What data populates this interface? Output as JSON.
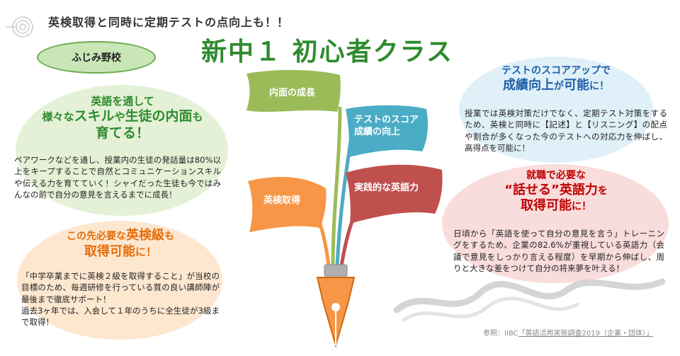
{
  "header": {
    "catchphrase": "英検取得と同時に定期テストの点向上も！！",
    "title": "新中１ 初心者クラス",
    "school": "ふじみ野校"
  },
  "left_top": {
    "heading_line1": "英語を通して",
    "heading_line2_a": "様々な",
    "heading_line2_b": "スキル",
    "heading_line2_c": "や",
    "heading_line2_d": "生徒の内面",
    "heading_line2_e": "も",
    "heading_line3": "育てる！",
    "body": "ペアワークなどを通し、授業内の生徒の発話量は80%以上をキープすることで自然とコミュニケーションスキルや伝える力を育てていく！シャイだった生徒も今ではみんなの前で自分の意見を言えるまでに成長！"
  },
  "left_bottom": {
    "heading_line1_a": "この先必要な",
    "heading_line1_b": "英検級",
    "heading_line1_c": "も",
    "heading_line2_a": "取得可能",
    "heading_line2_b": "に！",
    "body": "「中学卒業までに英検２級を取得すること」が当校の目標のため、毎週研修を行っている質の良い講師陣が最後まで徹底サポート！\n過去3ヶ年では、入会して１年のうちに全生徒が3級まで取得！"
  },
  "right_top": {
    "heading_line1": "テストのスコアアップで",
    "heading_line2_a": "成績向上",
    "heading_line2_b": "が",
    "heading_line2_c": "可能",
    "heading_line2_d": "に！",
    "body": "授業では英検対策だけでなく、定期テスト対策をするため、英検と同時に【記述】と【リスニング】の配点や割合が多くなった今のテストへの対応力を伸ばし、高得点を可能に！"
  },
  "right_bottom": {
    "heading_line1": "就職で必要な",
    "heading_line2_a": "“話せる”英語力",
    "heading_line2_b": "を",
    "heading_line3_a": "取得可能",
    "heading_line3_b": "に！",
    "body": "日頃から「英語を使って自分の意見を言う」トレーニングをするため、企業の82.6%が重視している英語力（会議で意見をしっかり言える程度）を早期から伸ばし、周りと大きな差をつけて自分の将来夢を叶える！"
  },
  "tree": {
    "leaf_green": "内面の成長",
    "leaf_blue_1": "テストのスコア",
    "leaf_blue_2": "成績の向上",
    "leaf_orange": "英検取得",
    "leaf_red": "実践的な英語力"
  },
  "reference": {
    "prefix": "参照：IIBC",
    "title": "「英語活用実態調査2019（企業・団体）」"
  },
  "colors": {
    "green": "#2e8b2e",
    "leaf_green": "#9bbb59",
    "leaf_blue": "#4bacc6",
    "leaf_orange": "#f79646",
    "leaf_red": "#c0504d",
    "accent_orange": "#e46c0a",
    "accent_red": "#c00000",
    "accent_blue": "#1f5fa8"
  }
}
